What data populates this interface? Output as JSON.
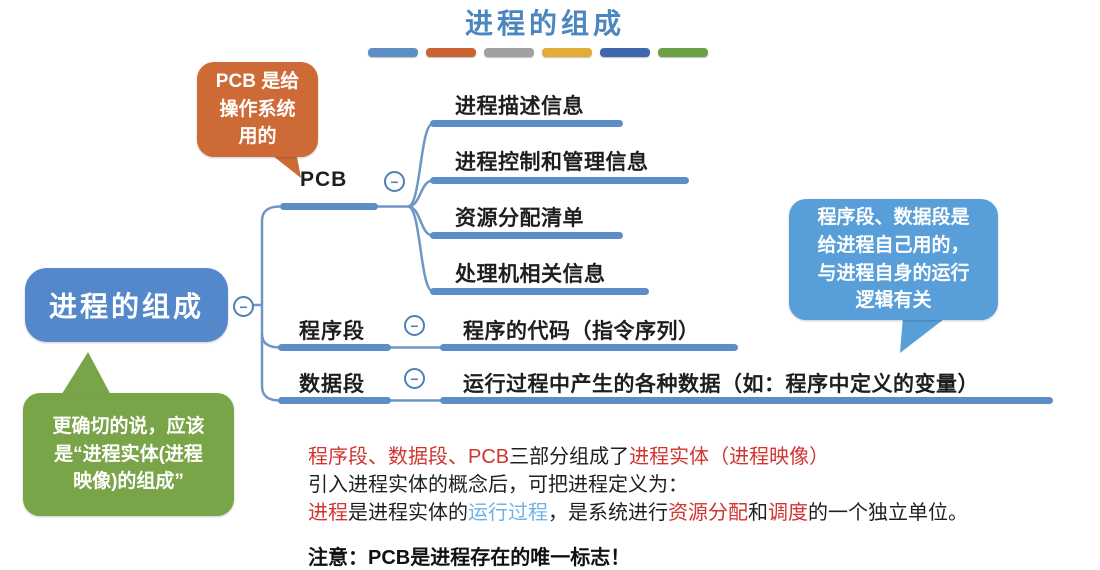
{
  "title": "进程的组成",
  "icons": {
    "collapse": "−"
  },
  "colors": {
    "title_text": "#4c86c0",
    "root_fill": "#5488cb",
    "topic_bar": "#5d8dc6",
    "orange_callout": "#cd6a36",
    "green_callout": "#79a447",
    "blue_callout": "#589ed8",
    "red_text": "#d23430",
    "lightblue_text": "#6fb2e4",
    "black_text": "#1f1f1f"
  },
  "palette": [
    "#5d8fc5",
    "#c96431",
    "#a0a0a0",
    "#e3ac35",
    "#3e68ae",
    "#6ba044"
  ],
  "root": {
    "label": "进程的组成"
  },
  "pcb": {
    "label": "PCB",
    "children": [
      "进程描述信息",
      "进程控制和管理信息",
      "资源分配清单",
      "处理机相关信息"
    ]
  },
  "program": {
    "label": "程序段",
    "child": "程序的代码（指令序列）"
  },
  "dataseg": {
    "label": "数据段",
    "child": "运行过程中产生的各种数据（如：程序中定义的变量）"
  },
  "callouts": {
    "orange": {
      "lines": [
        "PCB 是给",
        "操作系统",
        "用的"
      ]
    },
    "green": {
      "lines": [
        "更确切的说，应该",
        "是“进程实体(进程",
        "映像)的组成”"
      ]
    },
    "blue": {
      "lines": [
        "程序段、数据段是",
        "给进程自己用的，",
        "与进程自身的运行",
        "逻辑有关"
      ]
    }
  },
  "notes": {
    "l1": [
      {
        "t": "程序段、数据段、PCB",
        "c": "#d23430"
      },
      {
        "t": "三部分组成了",
        "c": "#1f1f1f"
      },
      {
        "t": "进程实体",
        "c": "#d23430"
      },
      {
        "t": "（进程映像）",
        "c": "#d23430"
      }
    ],
    "l2": [
      {
        "t": "引入进程实体的概念后，可把进程定义为：",
        "c": "#1f1f1f"
      }
    ],
    "l3": [
      {
        "t": "进程",
        "c": "#d23430"
      },
      {
        "t": "是进程实体的",
        "c": "#1f1f1f"
      },
      {
        "t": "运行过程",
        "c": "#6fb2e4"
      },
      {
        "t": "，是系统进行",
        "c": "#1f1f1f"
      },
      {
        "t": "资源分配",
        "c": "#d23430"
      },
      {
        "t": "和",
        "c": "#1f1f1f"
      },
      {
        "t": "调度",
        "c": "#d23430"
      },
      {
        "t": "的一个独立单位。",
        "c": "#1f1f1f"
      }
    ],
    "l4": [
      {
        "t": "注意：PCB是进程存在的唯一标志！",
        "c": "#111111"
      }
    ]
  }
}
